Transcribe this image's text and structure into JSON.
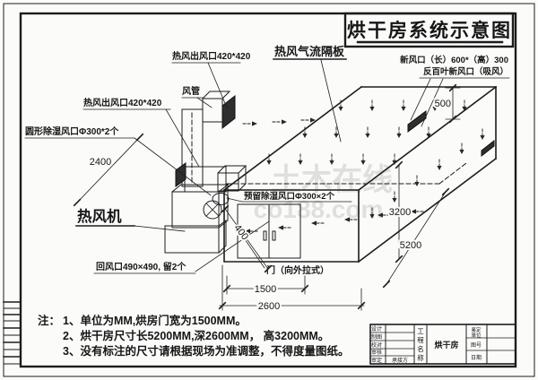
{
  "title": "烘干房系统示意图",
  "watermark": {
    "cn": "土木在线",
    "en": "co188.com"
  },
  "labels": {
    "hot_air_outlet_top": "热风出风口420*420",
    "duct": "风管",
    "hot_air_outlet_left": "热风出风口420*420",
    "round_vent": "圆形除湿风口Φ300*2个",
    "baffle": "热风气流隔板",
    "fresh_air_line1": "新风口（长）600*（高）300",
    "fresh_air_line2": "反百叶新风口（吸风）",
    "reserved_vent": "预留除湿风口Φ300×2个",
    "hot_air_fan": "热风机",
    "return_vent": "回风口490×490, 留2个",
    "door": "门（向外拉式）"
  },
  "dimensions": {
    "d2400": "2400",
    "d400": "400",
    "d500": "500",
    "d3200": "3200",
    "d5200": "5200",
    "d1500": "1500",
    "d2600": "2600"
  },
  "notes": {
    "prefix": "注：",
    "line1": "1、单位为MM,烘房门宽为1500MM。",
    "line2": "2、烘干房尺寸长5200MM,深2600MM， 高3200MM。",
    "line3": "3、没有标注的尺寸请根据现场为准调整，不得度量图纸。"
  },
  "title_block": {
    "rows_left": [
      "设计",
      "制图",
      "校对",
      "审核",
      "审定"
    ],
    "contractor": "承接方",
    "project_label_chars": [
      "工",
      "程",
      "名",
      "称"
    ],
    "project_name": "烘干房",
    "right_labels": {
      "r1a": "鉴定",
      "r1b": "单位",
      "r2": "图号",
      "r3": "日期"
    }
  }
}
